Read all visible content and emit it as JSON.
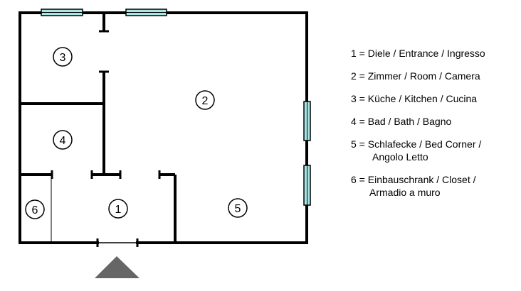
{
  "rooms": [
    {
      "number": "1"
    },
    {
      "number": "2"
    },
    {
      "number": "3"
    },
    {
      "number": "4"
    },
    {
      "number": "5"
    },
    {
      "number": "6"
    }
  ],
  "legend": [
    {
      "line1": "1 = Diele / Entrance / Ingresso",
      "line2": ""
    },
    {
      "line1": "2 = Zimmer / Room / Camera",
      "line2": ""
    },
    {
      "line1": "3 = Küche / Kitchen / Cucina",
      "line2": ""
    },
    {
      "line1": "4 = Bad / Bath / Bagno",
      "line2": ""
    },
    {
      "line1": "5 = Schlafecke / Bed Corner /",
      "line2": "Angolo Letto"
    },
    {
      "line1": "6 = Einbauschrank / Closet /",
      "line2": "Armadio a muro"
    }
  ],
  "colors": {
    "wall": "#000000",
    "window_fill": "#a8e6e6",
    "entrance_arrow": "#666666"
  },
  "icons": {
    "entrance": "entrance-arrow-icon"
  }
}
